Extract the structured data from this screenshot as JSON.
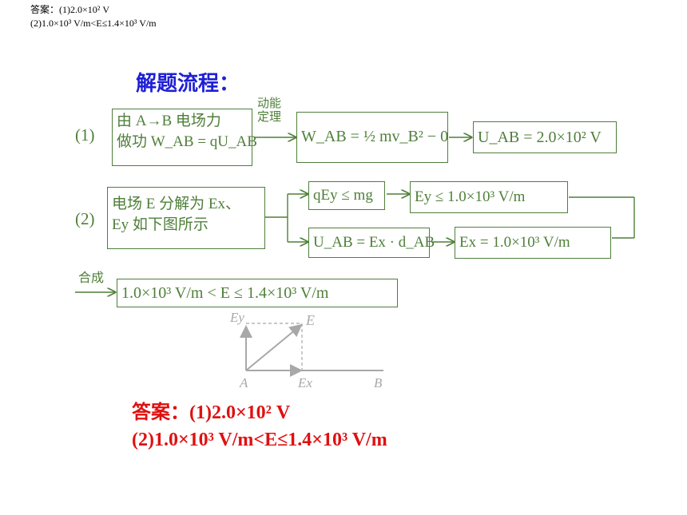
{
  "header": {
    "line1": "答案：(1)2.0×10² V",
    "line2": "(2)1.0×10³ V/m<E≤1.4×10³ V/m"
  },
  "title": "解题流程：",
  "part1": {
    "label": "(1)",
    "box1_line1": "由 A→B 电场力",
    "box1_line2": "做功 W_AB = qU_AB",
    "arrow_label_line1": "动能",
    "arrow_label_line2": "定理",
    "box2": "W_AB = ½ mv_B² − 0",
    "box3": "U_AB = 2.0×10² V"
  },
  "part2": {
    "label": "(2)",
    "box1_line1": "电场 E 分解为 Ex、",
    "box1_line2": "Ey 如下图所示",
    "upper_a": "qEy ≤ mg",
    "upper_b": "Ey ≤ 1.0×10³ V/m",
    "lower_a": "U_AB = Ex · d_AB",
    "lower_b": "Ex = 1.0×10³ V/m"
  },
  "part3": {
    "arrow_label": "合成",
    "result": "1.0×10³ V/m < E ≤ 1.4×10³ V/m"
  },
  "diagram": {
    "ey_label": "Ey",
    "e_label": "E",
    "a_label": "A",
    "ex_label": "Ex",
    "b_label": "B"
  },
  "answer": {
    "line1": "答案：(1)2.0×10² V",
    "line2": "(2)1.0×10³ V/m<E≤1.4×10³ V/m"
  }
}
